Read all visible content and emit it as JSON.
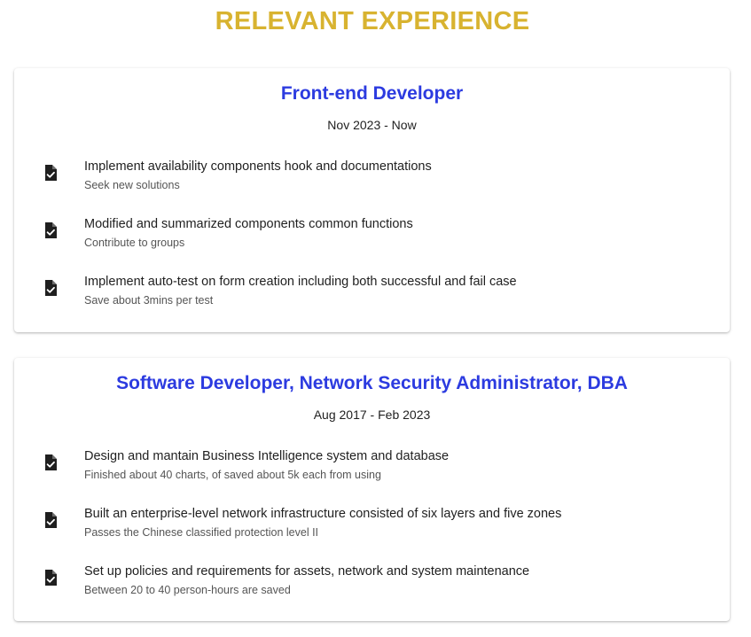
{
  "section": {
    "title": "RELEVANT EXPERIENCE"
  },
  "icon": "file-check-icon",
  "colors": {
    "section_title": "#d8b330",
    "job_title": "#2c3be0",
    "icon": "#1f1f1f"
  },
  "jobs": [
    {
      "title": "Front-end Developer",
      "date": "Nov 2023 - Now",
      "items": [
        {
          "primary": "Implement availability components hook and documentations",
          "secondary": "Seek new solutions"
        },
        {
          "primary": "Modified and summarized components common functions",
          "secondary": "Contribute to groups"
        },
        {
          "primary": "Implement auto-test on form creation including both successful and fail case",
          "secondary": "Save about 3mins per test"
        }
      ]
    },
    {
      "title": "Software Developer, Network Security Administrator, DBA",
      "date": "Aug 2017 - Feb 2023",
      "items": [
        {
          "primary": "Design and mantain Business Intelligence system and database",
          "secondary": "Finished about 40 charts, of saved about 5k each from using"
        },
        {
          "primary": "Built an enterprise-level network infrastructure consisted of six layers and five zones",
          "secondary": "Passes the Chinese classified protection level II"
        },
        {
          "primary": "Set up policies and requirements for assets, network and system maintenance",
          "secondary": "Between 20 to 40 person-hours are saved"
        }
      ]
    }
  ]
}
